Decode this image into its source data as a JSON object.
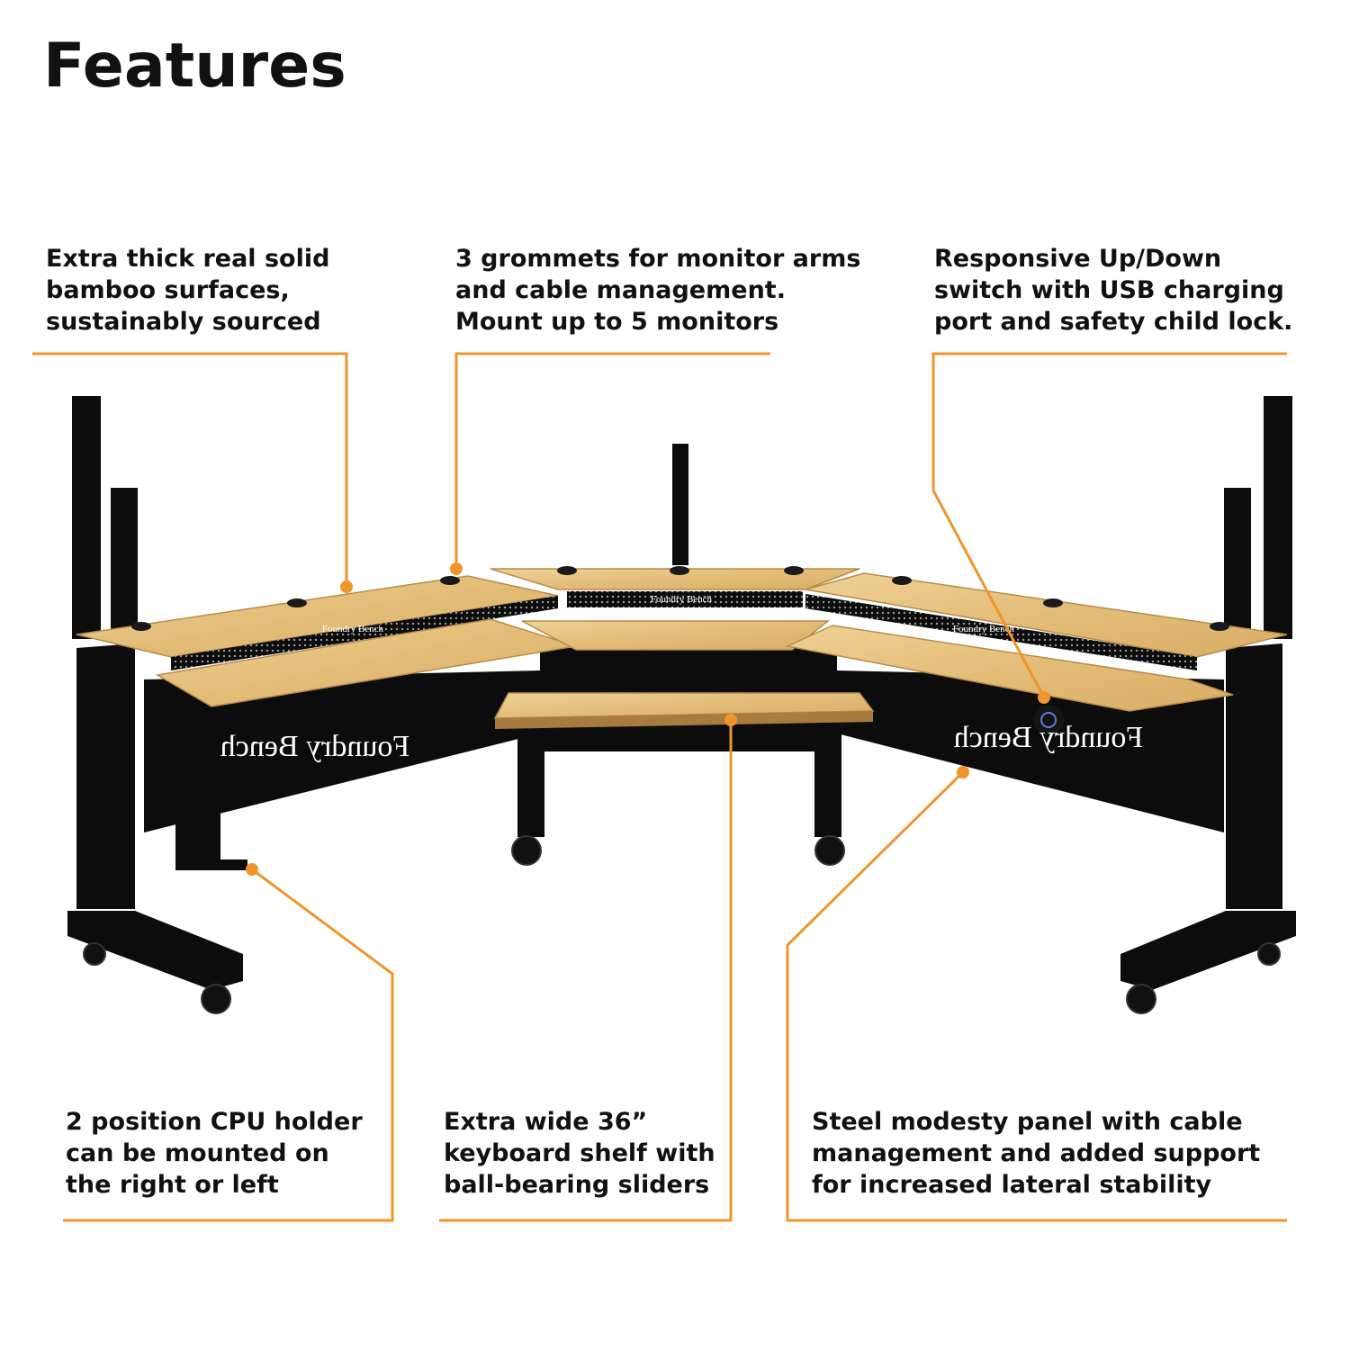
{
  "page": {
    "title": "Features"
  },
  "callouts": {
    "bamboo": {
      "lines": [
        "Extra thick real solid",
        "bamboo surfaces,",
        "sustainably sourced"
      ]
    },
    "grommets": {
      "lines": [
        "3 grommets for monitor arms",
        "and cable management.",
        "Mount up to 5 monitors"
      ]
    },
    "switch": {
      "lines": [
        "Responsive Up/Down",
        "switch with USB charging",
        "port and safety child lock."
      ]
    },
    "cpu": {
      "lines": [
        "2 position CPU holder",
        "can be mounted on",
        "the right or left"
      ]
    },
    "keyboard": {
      "lines": [
        "Extra wide 36”",
        "keyboard shelf with",
        "ball-bearing sliders"
      ]
    },
    "panel": {
      "lines": [
        "Steel modesty panel with cable",
        "management and added support",
        "for increased lateral stability"
      ]
    }
  },
  "desk": {
    "brand_labels": [
      "Foundry Bench",
      "Foundry Bench",
      "Foundry Bench",
      "Foundry Bench",
      "Foundry Bench"
    ]
  },
  "colors": {
    "accent": "#f0952a",
    "bamboo": "#e7c484",
    "frame": "#0c0c0c",
    "text": "#111111"
  }
}
